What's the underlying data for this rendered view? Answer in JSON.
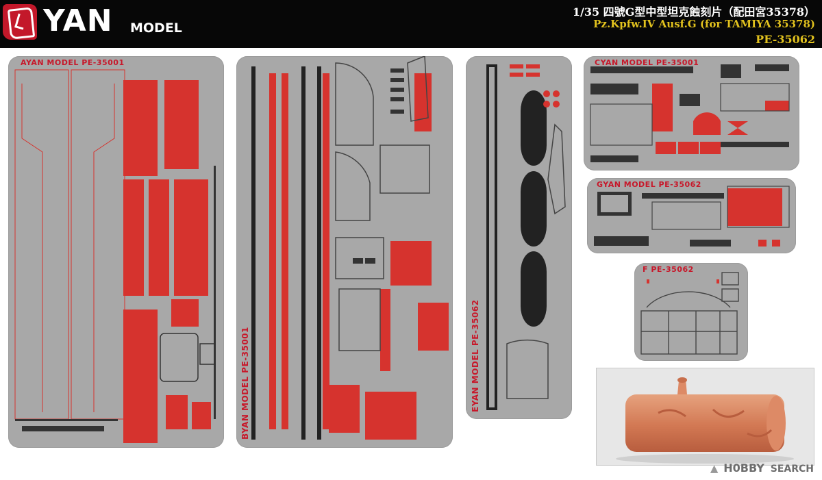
{
  "header": {
    "brand_main": "YAN",
    "brand_sub": "MODEL",
    "title_chinese": "1/35 四號G型中型坦克蝕刻片（配田宮35378）",
    "title_english": "Pz.Kpfw.IV Ausf.G (for TAMIYA 35378)",
    "product_code": "PE-35062"
  },
  "frets": {
    "a_label": "AYAN MODEL  PE-35001",
    "b_label": "BYAN MODEL  PE-35001",
    "e_label": "EYAN MODEL  PE-35062",
    "c_label": "CYAN MODEL  PE-35001",
    "g_label": "GYAN MODEL  PE-35062",
    "f_label": "F  PE-35062"
  },
  "watermark": {
    "logo": "H0BBY",
    "text": "SEARCH"
  },
  "colors": {
    "fret_gray": "#a8a8a8",
    "accent_red": "#d6332e",
    "header_black": "#070707",
    "header_yellow": "#e2c21e",
    "resin_orange": "#d9825f"
  }
}
